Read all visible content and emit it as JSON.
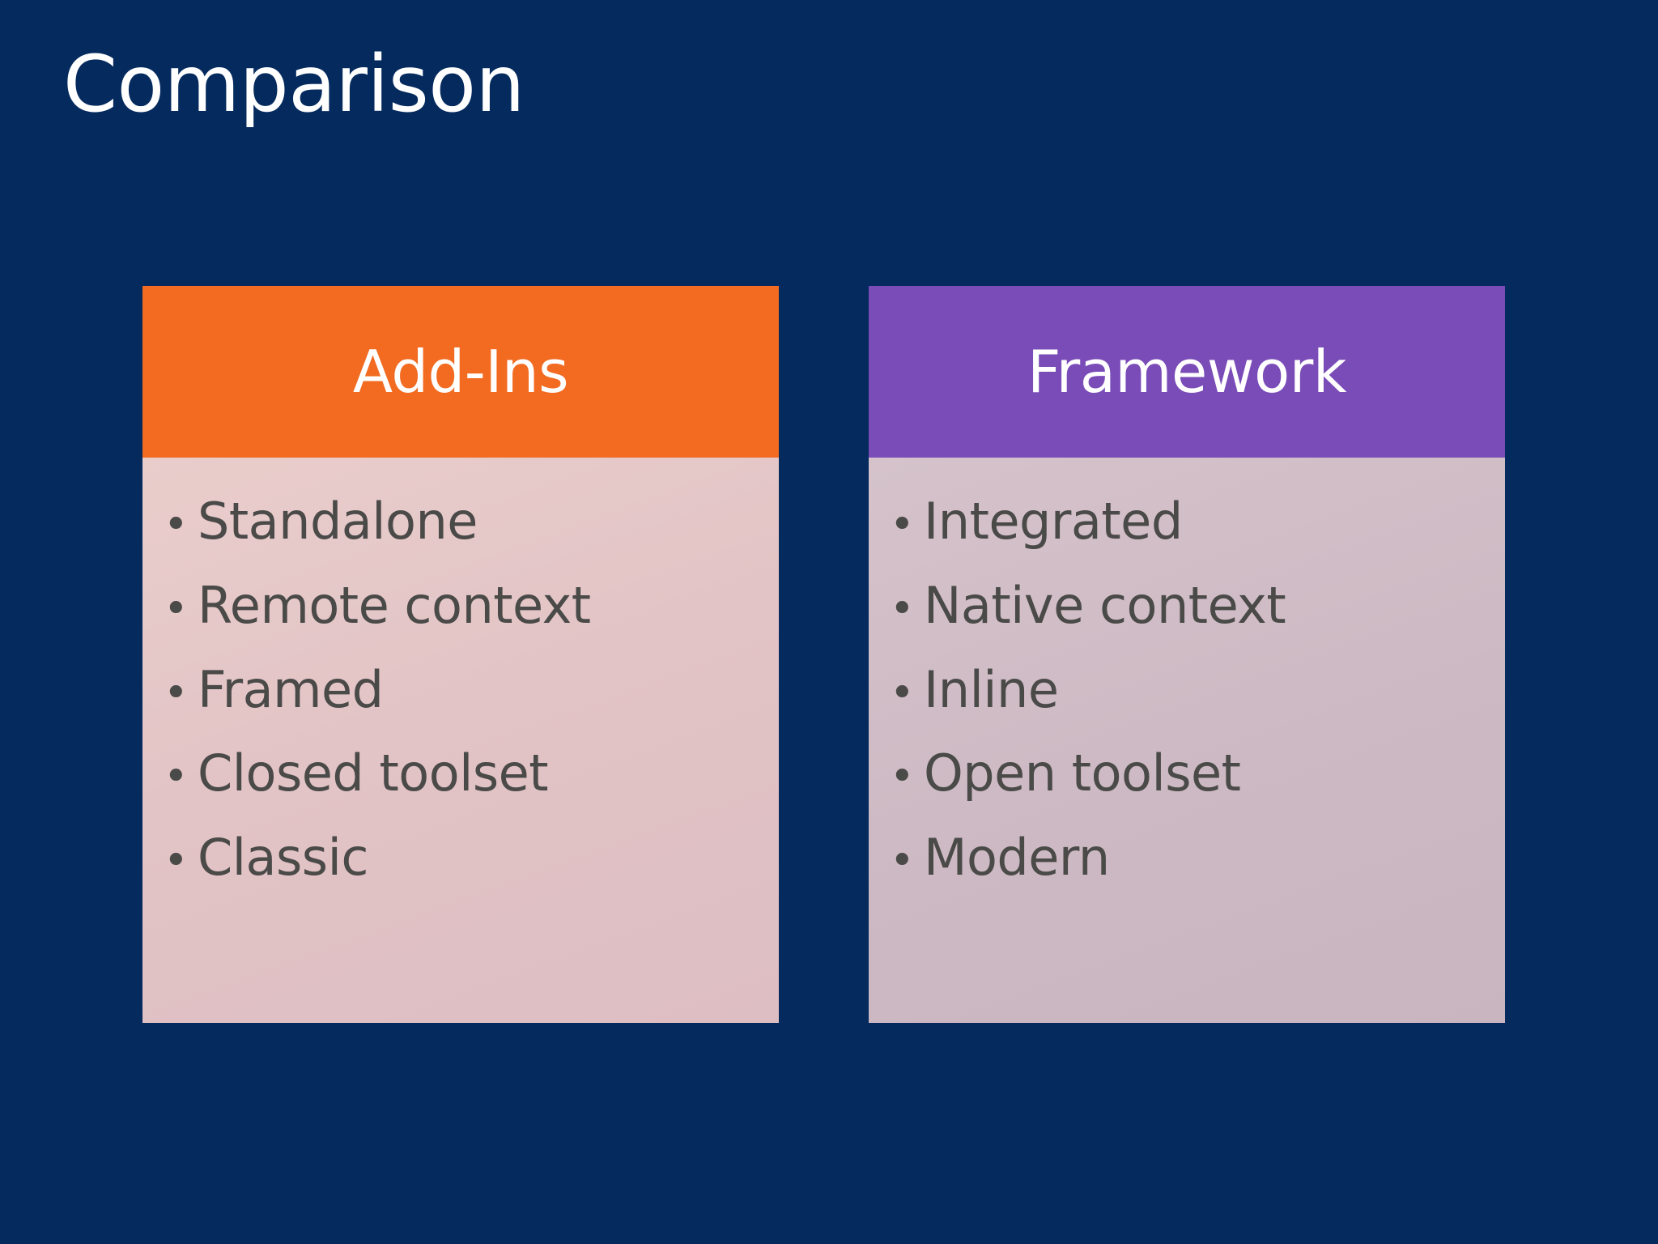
{
  "slide": {
    "title": "Comparison",
    "background_color": "#042a5e",
    "title_color": "#ffffff"
  },
  "cards": [
    {
      "id": "addins",
      "header_label": "Add-Ins",
      "header_color": "#f26b21",
      "body_color": "#e1c2c5",
      "text_color": "#4a4a48",
      "bullet_glyph": "•",
      "items": [
        "Standalone",
        "Remote context",
        "Framed",
        "Closed toolset",
        "Classic"
      ]
    },
    {
      "id": "framework",
      "header_label": "Framework",
      "header_color": "#7a4cb8",
      "body_color": "#cdb9c3",
      "text_color": "#4a4a48",
      "bullet_glyph": "•",
      "items": [
        "Integrated",
        "Native context",
        "Inline",
        "Open toolset",
        "Modern"
      ]
    }
  ]
}
